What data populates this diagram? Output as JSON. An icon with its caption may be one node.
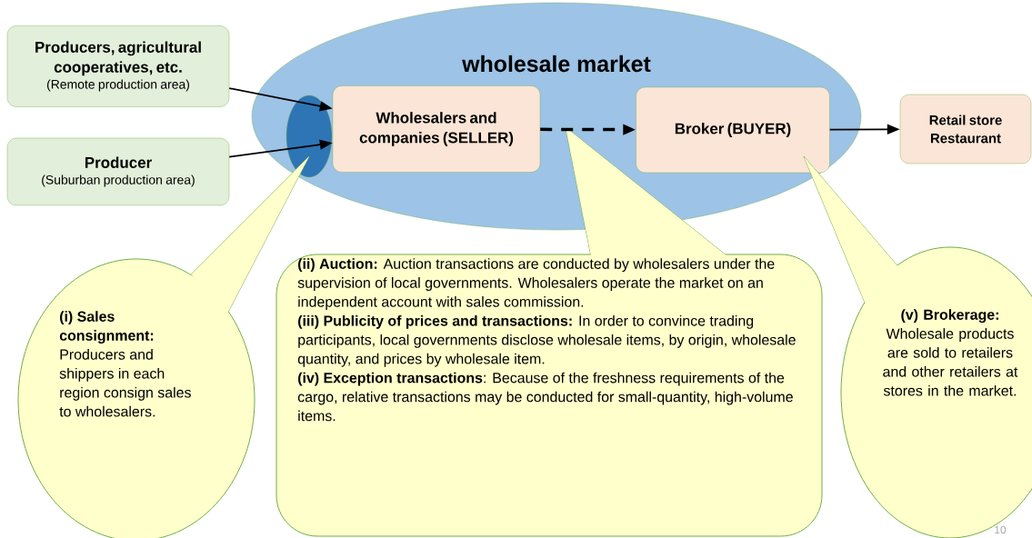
{
  "diagram": {
    "nodes": [
      {
        "text": [
          "wholesale market"
        ]
      },
      {
        "text": [
          "Producers, agricultural cooperatives, etc.",
          "(Remote production area)"
        ]
      },
      {
        "text": [
          "Producer",
          "(Suburban production area)"
        ]
      },
      {
        "text": [
          "Wholesalers and companies (SELLER)"
        ],
        "in": 0
      },
      {
        "text": [
          "Broker (BUYER)"
        ],
        "in": 0
      },
      {
        "text": [
          "Retail store",
          "Restaurant"
        ]
      },
      {
        "text": [
          "**(i) Sales consignment:** Producers and shippers in each region consign sales to wholesalers."
        ]
      },
      {
        "text": [
          "**(ii) Auction:** Auction transactions are conducted by wholesalers under the supervision of local governments. Wholesalers operate the market on an independent account with sales commission.",
          "**(iii) Publicity of prices and transactions:** In order to convince trading participants, local governments disclose wholesale items, by origin, wholesale quantity, and prices by wholesale item.",
          "**(iv) Exception transactions**: Because of the freshness requirements of the cargo, relative transactions may be conducted for small-quantity, high-volume items."
        ]
      },
      {
        "text": [
          "**(v) Brokerage:** Wholesale products are sold to retailers and other retailers at stores in the market."
        ]
      }
    ],
    "edges": [
      {
        "from": 1,
        "to": 3,
        "arrow": "to"
      },
      {
        "from": 2,
        "to": 3,
        "arrow": "to"
      },
      {
        "from": 3,
        "to": 4,
        "arrow": "to",
        "style": "dashed"
      },
      {
        "from": 4,
        "to": 5,
        "arrow": "to"
      }
    ],
    "labels": [
      "10"
    ]
  }
}
